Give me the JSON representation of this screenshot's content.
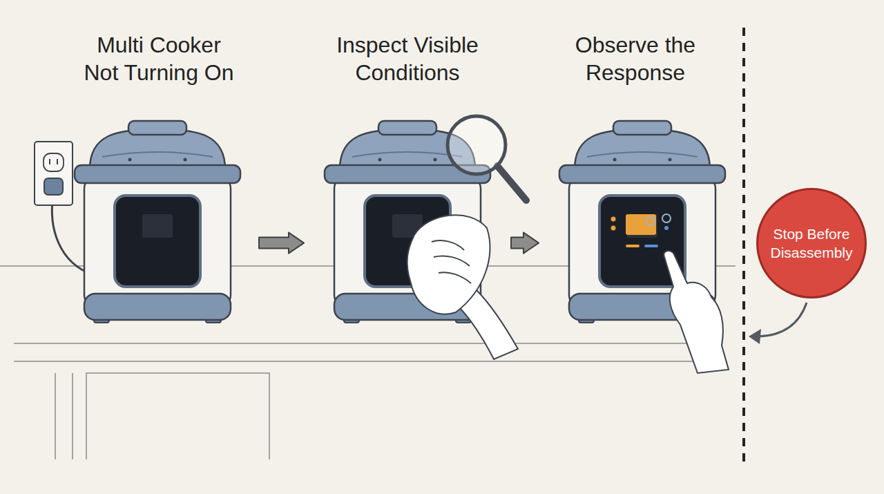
{
  "diagram": {
    "nodes": [
      {
        "text": [
          "Multi Cooker Not Turning On"
        ]
      },
      {
        "text": [
          "Inspect Visible Conditions"
        ]
      },
      {
        "text": [
          "Observe the Response"
        ]
      },
      {
        "text": [
          "Stop Before Disassembly"
        ]
      }
    ],
    "edges": [
      {
        "from": 0,
        "to": 1,
        "arrow": "to"
      },
      {
        "from": 1,
        "to": 2,
        "arrow": "to"
      }
    ]
  }
}
